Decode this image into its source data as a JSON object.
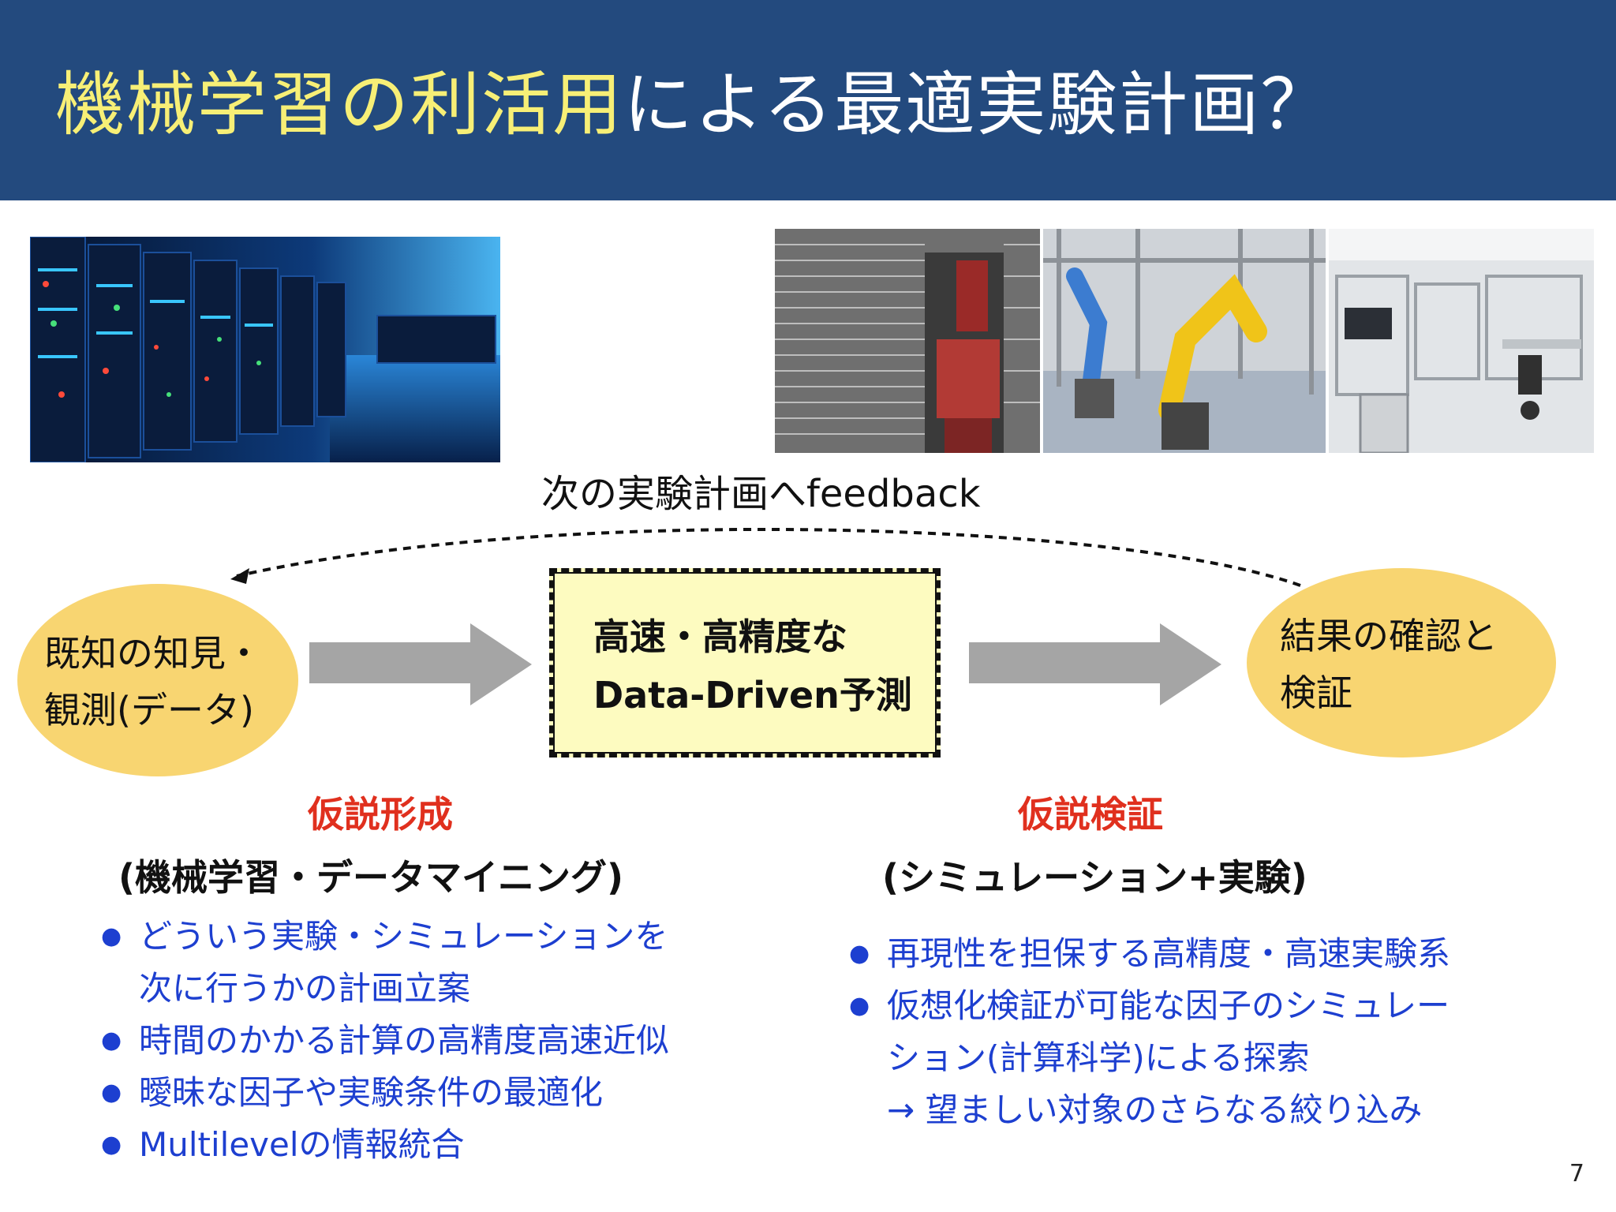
{
  "slide": {
    "title_highlight": "機械学習の利活用",
    "title_rest": "による最適実験計画？",
    "feedback_label": "次の実験計画へfeedback",
    "left_node": [
      "既知の知見・",
      "観測(データ)"
    ],
    "center_node": [
      "高速・高精度な",
      "Data-Driven予測"
    ],
    "right_node": [
      "結果の確認と",
      "検証"
    ],
    "left_section": {
      "title": "仮説形成",
      "subtitle": "(機械学習・データマイニング)",
      "bullets": [
        "どういう実験・シミュレーションを",
        "次に行うかの計画立案",
        "時間のかかる計算の高精度高速近似",
        "曖昧な因子や実験条件の最適化",
        "Multilevelの情報統合"
      ]
    },
    "right_section": {
      "title": "仮説検証",
      "subtitle": "(シミュレーション+実験)",
      "bullets": [
        "再現性を担保する高精度・高速実験系",
        "仮想化検証が可能な因子のシミュレー",
        "ション(計算科学)による探索",
        "→ 望ましい対象のさらなる絞り込み"
      ]
    },
    "page_number": "7"
  },
  "colors": {
    "header_bg": "#234a7e",
    "title_highlight": "#f7ef76",
    "ellipse_fill": "#f8d571",
    "center_fill": "#fdfbc0",
    "section_title": "#e0301e",
    "bullet_text": "#1d3fd0",
    "arrow": "#a5a5a5"
  }
}
